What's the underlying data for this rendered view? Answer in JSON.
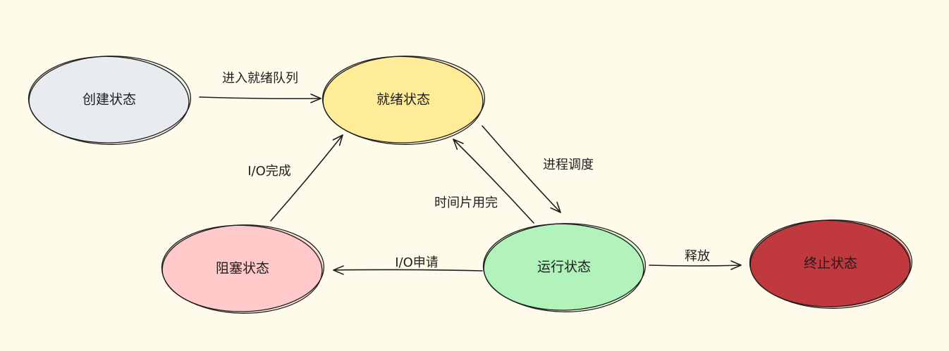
{
  "background": "#fffbeb",
  "nodes": [
    {
      "id": "create",
      "label": "创建状态",
      "color": "#e9ecef"
    },
    {
      "id": "ready",
      "label": "就绪状态",
      "color": "#ffec99"
    },
    {
      "id": "blocked",
      "label": "阻塞状态",
      "color": "#ffc9c9"
    },
    {
      "id": "running",
      "label": "运行状态",
      "color": "#b2f2bb"
    },
    {
      "id": "terminated",
      "label": "终止状态",
      "color": "#c0393f"
    }
  ],
  "edges": [
    {
      "id": "enter-ready-queue",
      "from": "create",
      "to": "ready",
      "label": "进入就绪队列"
    },
    {
      "id": "process-scheduling",
      "from": "ready",
      "to": "running",
      "label": "进程调度"
    },
    {
      "id": "time-slice-expired",
      "from": "running",
      "to": "ready",
      "label": "时间片用完"
    },
    {
      "id": "io-request",
      "from": "running",
      "to": "blocked",
      "label": "I/O申请"
    },
    {
      "id": "io-complete",
      "from": "blocked",
      "to": "ready",
      "label": "I/O完成"
    },
    {
      "id": "release",
      "from": "running",
      "to": "terminated",
      "label": "释放"
    }
  ]
}
